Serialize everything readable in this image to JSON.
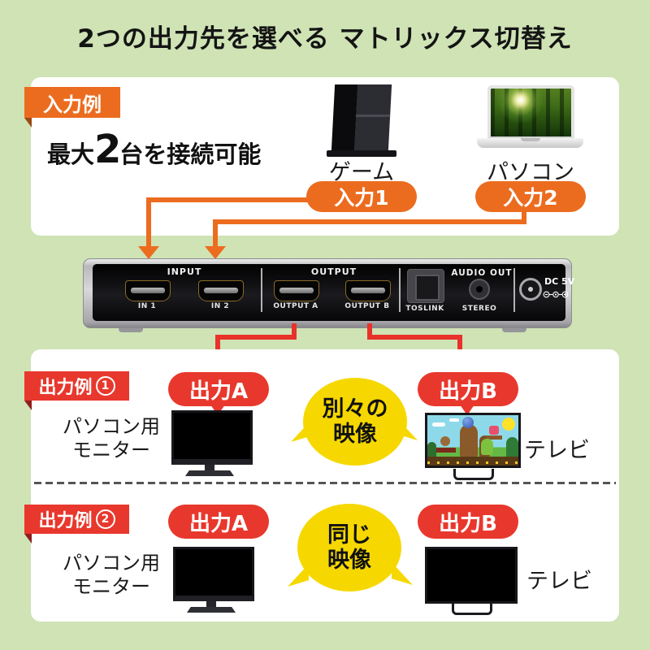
{
  "title": "2つの出力先を選べる マトリックス切替え",
  "colors": {
    "background": "#cfe3b5",
    "accent_orange": "#ec6c1f",
    "accent_red": "#e8382d",
    "accent_yellow": "#f6d800",
    "panel_white": "#ffffff"
  },
  "input_example": {
    "tab": "入力例",
    "heading_pre": "最大",
    "heading_num": "2",
    "heading_post": "台を接続可能",
    "source1_name": "ゲーム",
    "source1_badge": "入力1",
    "source2_name": "パソコン",
    "source2_badge": "入力2"
  },
  "switcher": {
    "input_group": "INPUT",
    "port_in1": "IN 1",
    "port_in2": "IN 2",
    "output_group": "OUTPUT",
    "port_out_a": "OUTPUT A",
    "port_out_b": "OUTPUT B",
    "audio_group": "AUDIO OUT",
    "port_toslink": "TOSLINK",
    "port_stereo": "STEREO",
    "power": "DC 5V"
  },
  "output_examples": [
    {
      "tab": "出力例",
      "num": "1",
      "badge_a": "出力A",
      "badge_b": "出力B",
      "left_line1": "パソコン用",
      "left_line2": "モニター",
      "bubble_line1": "別々の",
      "bubble_line2": "映像",
      "right_label": "テレビ"
    },
    {
      "tab": "出力例",
      "num": "2",
      "badge_a": "出力A",
      "badge_b": "出力B",
      "left_line1": "パソコン用",
      "left_line2": "モニター",
      "bubble_line1": "同じ",
      "bubble_line2": "映像",
      "right_label": "テレビ"
    }
  ],
  "icons": {
    "dc_polarity": "center-positive-polarity-diagram"
  }
}
